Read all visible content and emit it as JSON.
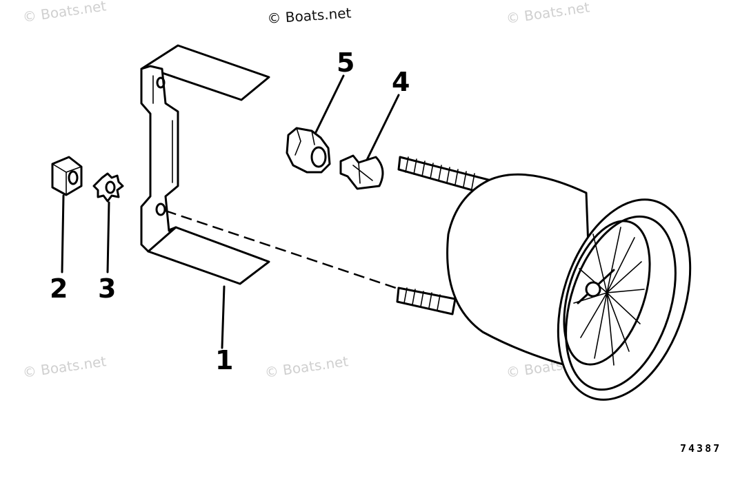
{
  "watermarks": {
    "top_center": "© Boats.net",
    "top_left": "© Boats.net",
    "top_right": "© Boats.net",
    "bottom_left": "© Boats.net",
    "bottom_center": "© Boats.net",
    "bottom_right": "© Boats.net"
  },
  "callouts": {
    "bracket": "1",
    "nut": "2",
    "lock_washer": "3",
    "bulb": "4",
    "socket": "5"
  },
  "figure_number": "74387",
  "colors": {
    "ink": "#000000",
    "watermark": "#d0d0d0",
    "background": "#ffffff"
  }
}
